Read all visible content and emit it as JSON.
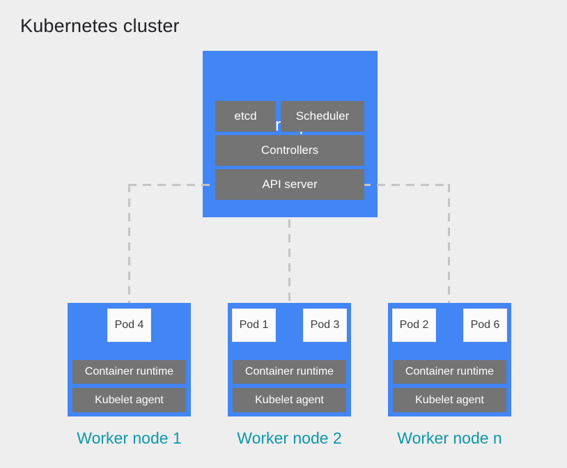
{
  "title": "Kubernetes cluster",
  "control_plane": {
    "label": "Control plane",
    "components": [
      "etcd",
      "Scheduler",
      "Controllers",
      "API server"
    ]
  },
  "worker_nodes": [
    {
      "label": "Worker node 1",
      "pods": [
        "Pod 4"
      ],
      "components": [
        "Container runtime",
        "Kubelet agent"
      ]
    },
    {
      "label": "Worker node 2",
      "pods": [
        "Pod 1",
        "Pod 3"
      ],
      "components": [
        "Container runtime",
        "Kubelet agent"
      ]
    },
    {
      "label": "Worker node n",
      "pods": [
        "Pod 2",
        "Pod 6"
      ],
      "components": [
        "Container runtime",
        "Kubelet agent"
      ]
    }
  ],
  "connections": {
    "style": "dashed",
    "from": "API server",
    "to": [
      "Worker node 1",
      "Worker node 2",
      "Worker node n"
    ]
  },
  "colors": {
    "background": "#eeeeee",
    "node_blue": "#4285f4",
    "component_gray": "#747474",
    "pod_white": "#fbfbfb",
    "dash_gray": "#c4c4c4",
    "worker_label_teal": "#0e97a7",
    "title_text": "#202124"
  }
}
